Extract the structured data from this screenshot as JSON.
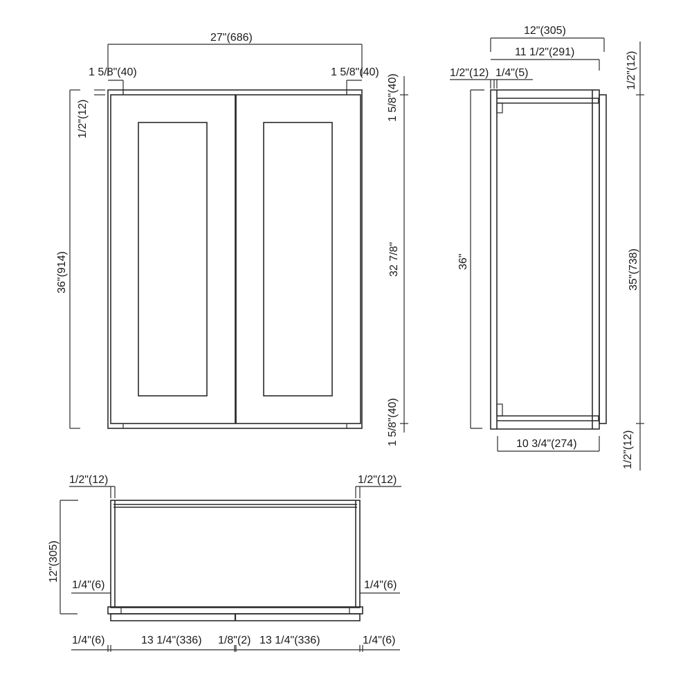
{
  "front_view": {
    "overall_width": "27\"(686)",
    "left_stile": "1 5/8\"(40)",
    "right_stile": "1 5/8\"(40)",
    "top_overhang": "1/2\"(12)",
    "overall_height": "36\"(914)",
    "top_rail": "1 5/8\"(40)",
    "door_height": "32 7/8\"",
    "bottom_rail": "1 5/8\"(40)"
  },
  "side_view": {
    "overall_depth": "12\"(305)",
    "box_depth": "11 1/2\"(291)",
    "door_thickness": "1/2\"(12)",
    "back_panel": "1/4\"(5)",
    "height": "36\"",
    "inner_height": "35\"(738)",
    "top_gap": "1/2\"(12)",
    "bottom_gap": "1/2\"(12)",
    "inner_depth": "10 3/4\"(274)"
  },
  "top_view": {
    "left_overhang": "1/2\"(12)",
    "right_overhang": "1/2\"(12)",
    "depth": "12\"(305)",
    "left_side": "1/4\"(6)",
    "right_side": "1/4\"(6)",
    "bottom": {
      "left_edge": "1/4\"(6)",
      "left_door": "13 1/4\"(336)",
      "gap": "1/8\"(2)",
      "right_door": "13 1/4\"(336)",
      "right_edge": "1/4\"(6)"
    }
  }
}
